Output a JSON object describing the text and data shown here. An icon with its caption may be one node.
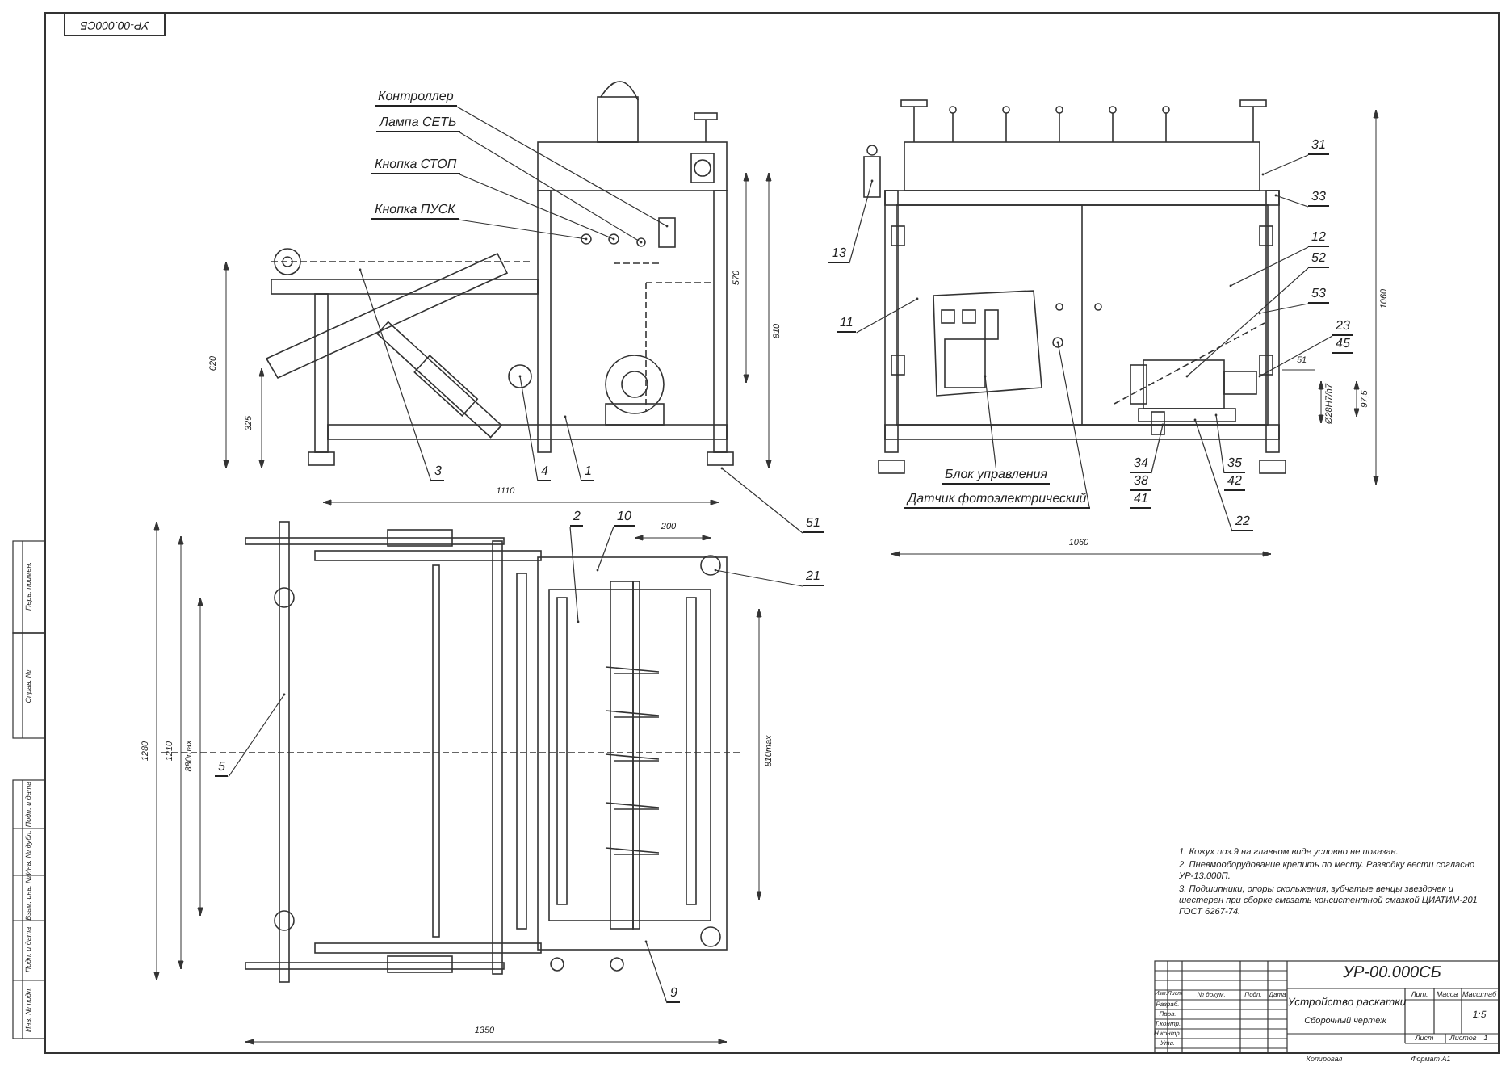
{
  "diagram": {
    "nodes": [
      {
        "text": [
          "Контроллер"
        ]
      },
      {
        "text": [
          "Лампа СЕТЬ"
        ]
      },
      {
        "text": [
          "Кнопка СТОП"
        ]
      },
      {
        "text": [
          "Кнопка ПУСК"
        ]
      },
      {
        "text": [
          "3"
        ]
      },
      {
        "text": [
          "4"
        ]
      },
      {
        "text": [
          "1"
        ]
      },
      {
        "text": [
          "51"
        ]
      },
      {
        "text": [
          "13"
        ]
      },
      {
        "text": [
          "11"
        ]
      },
      {
        "text": [
          "31"
        ]
      },
      {
        "text": [
          "33"
        ]
      },
      {
        "text": [
          "12"
        ]
      },
      {
        "text": [
          "52"
        ]
      },
      {
        "text": [
          "53"
        ]
      },
      {
        "text": [
          "23"
        ]
      },
      {
        "text": [
          "45"
        ]
      },
      {
        "text": [
          "Блок управления"
        ]
      },
      {
        "text": [
          "Датчик фотоэлектрический"
        ]
      },
      {
        "text": [
          "34"
        ]
      },
      {
        "text": [
          "38"
        ]
      },
      {
        "text": [
          "41"
        ]
      },
      {
        "text": [
          "35"
        ]
      },
      {
        "text": [
          "42"
        ]
      },
      {
        "text": [
          "22"
        ]
      },
      {
        "text": [
          "2"
        ]
      },
      {
        "text": [
          "10"
        ]
      },
      {
        "text": [
          "21"
        ]
      },
      {
        "text": [
          "5"
        ]
      },
      {
        "text": [
          "9"
        ]
      }
    ],
    "edges": [
      {
        "from": 0,
        "to": null,
        "arrow": "other"
      },
      {
        "from": 1,
        "to": null,
        "arrow": "other"
      },
      {
        "from": 2,
        "to": null,
        "arrow": "other"
      },
      {
        "from": 3,
        "to": null,
        "arrow": "other"
      },
      {
        "from": 4,
        "to": null,
        "arrow": "other"
      },
      {
        "from": 5,
        "to": null,
        "arrow": "other"
      },
      {
        "from": 6,
        "to": null,
        "arrow": "other"
      },
      {
        "from": 7,
        "to": null,
        "arrow": "other"
      },
      {
        "from": 8,
        "to": null,
        "arrow": "other"
      },
      {
        "from": 9,
        "to": null,
        "arrow": "other"
      },
      {
        "from": 10,
        "to": null,
        "arrow": "other"
      },
      {
        "from": 11,
        "to": null,
        "arrow": "other"
      },
      {
        "from": 12,
        "to": null,
        "arrow": "other"
      },
      {
        "from": 13,
        "to": null,
        "arrow": "other"
      },
      {
        "from": 14,
        "to": null,
        "arrow": "other"
      },
      {
        "from": 15,
        "to": null,
        "arrow": "other"
      },
      {
        "from": 17,
        "to": null,
        "arrow": "other"
      },
      {
        "from": 18,
        "to": null,
        "arrow": "other"
      },
      {
        "from": 19,
        "to": null,
        "arrow": "other"
      },
      {
        "from": 22,
        "to": null,
        "arrow": "other"
      },
      {
        "from": 24,
        "to": null,
        "arrow": "other"
      },
      {
        "from": 25,
        "to": null,
        "arrow": "other"
      },
      {
        "from": 26,
        "to": null,
        "arrow": "other"
      },
      {
        "from": 27,
        "to": null,
        "arrow": "other"
      },
      {
        "from": 28,
        "to": null,
        "arrow": "other"
      },
      {
        "from": 29,
        "to": null,
        "arrow": "other"
      }
    ],
    "labels": [
      "УР-00.000СБ",
      "620",
      "325",
      "1110",
      "570",
      "810",
      "1060",
      "51",
      "97,5",
      "Ø28H7/h7",
      "1060",
      "200",
      "1280",
      "1210",
      "880max",
      "810max",
      "1350",
      "1. Кожух поз.9 на главном виде условно не показан.",
      "2. Пневмооборудование крепить по месту. Разводку вести согласно УР-13.000П.",
      "3. Подшипники, опоры скольжения, зубчатые венцы звездочек и шестерен при сборке смазать консистентной смазкой ЦИАТИМ-201 ГОСТ 6267-74.",
      "УР-00.000СБ",
      "Устройство раскатки",
      "Сборочный чертеж",
      "Изм.",
      "Лист",
      "№ докум.",
      "Подп.",
      "Дата",
      "Разраб.",
      "Пров.",
      "Т.контр.",
      "Н.контр.",
      "Утв.",
      "Лит.",
      "Масса",
      "Масштаб",
      "1:5",
      "Лист",
      "Листов",
      "1",
      "Копировал",
      "Формат А1",
      "Перв. примен.",
      "Справ. №",
      "Подп. и дата",
      "Инв. № дубл.",
      "Взам. инв. №",
      "Подп. и дата",
      "Инв. № подл."
    ]
  }
}
